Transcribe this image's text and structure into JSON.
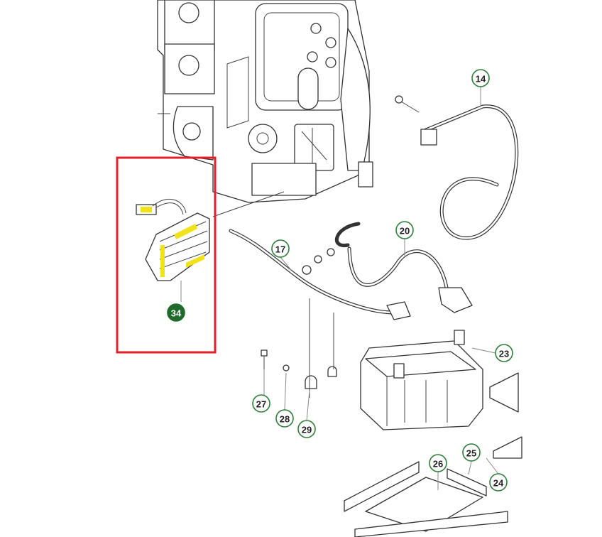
{
  "diagram": {
    "highlighted_part": "34",
    "highlight_color": "#e0212a",
    "callout_color": "#2e7d3a",
    "callouts": [
      "14",
      "17",
      "20",
      "23",
      "24",
      "25",
      "26",
      "27",
      "28",
      "29",
      "34"
    ]
  }
}
